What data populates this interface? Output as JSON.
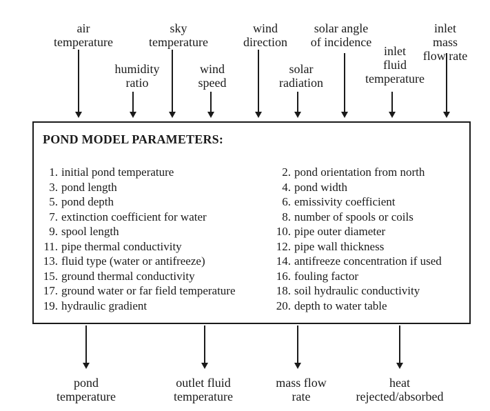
{
  "diagram": {
    "inputs": [
      {
        "label": "air\ntemperature"
      },
      {
        "label": "humidity\nratio"
      },
      {
        "label": "sky\ntemperature"
      },
      {
        "label": "wind\nspeed"
      },
      {
        "label": "wind\ndirection"
      },
      {
        "label": "solar\nradiation"
      },
      {
        "label": "solar angle\nof incidence"
      },
      {
        "label": "inlet\nfluid\ntemperature"
      },
      {
        "label": "inlet mass\nflow rate"
      }
    ],
    "box": {
      "title": "POND MODEL PARAMETERS:",
      "left_params": [
        {
          "num": "1.",
          "text": "initial pond temperature"
        },
        {
          "num": "3.",
          "text": "pond length"
        },
        {
          "num": "5.",
          "text": "pond depth"
        },
        {
          "num": "7.",
          "text": "extinction coefficient for water"
        },
        {
          "num": "9.",
          "text": "spool length"
        },
        {
          "num": "11.",
          "text": "pipe thermal conductivity"
        },
        {
          "num": "13.",
          "text": "fluid type (water or antifreeze)"
        },
        {
          "num": "15.",
          "text": "ground thermal conductivity"
        },
        {
          "num": "17.",
          "text": "ground water or far field temperature"
        },
        {
          "num": "19.",
          "text": "hydraulic gradient"
        }
      ],
      "right_params": [
        {
          "num": "2.",
          "text": "pond orientation from north"
        },
        {
          "num": "4.",
          "text": "pond width"
        },
        {
          "num": "6.",
          "text": "emissivity coefficient"
        },
        {
          "num": "8.",
          "text": "number of spools or coils"
        },
        {
          "num": "10.",
          "text": "pipe outer diameter"
        },
        {
          "num": "12.",
          "text": "pipe wall thickness"
        },
        {
          "num": "14.",
          "text": "antifreeze concentration if used"
        },
        {
          "num": "16.",
          "text": "fouling factor"
        },
        {
          "num": "18.",
          "text": "soil hydraulic conductivity"
        },
        {
          "num": "20.",
          "text": "depth to water table"
        }
      ]
    },
    "outputs": [
      {
        "label": "pond\ntemperature"
      },
      {
        "label": "outlet fluid\ntemperature"
      },
      {
        "label": "mass flow\nrate"
      },
      {
        "label": "heat\nrejected/absorbed"
      }
    ]
  },
  "colors": {
    "ink": "#1a1a1a",
    "background": "#ffffff"
  }
}
